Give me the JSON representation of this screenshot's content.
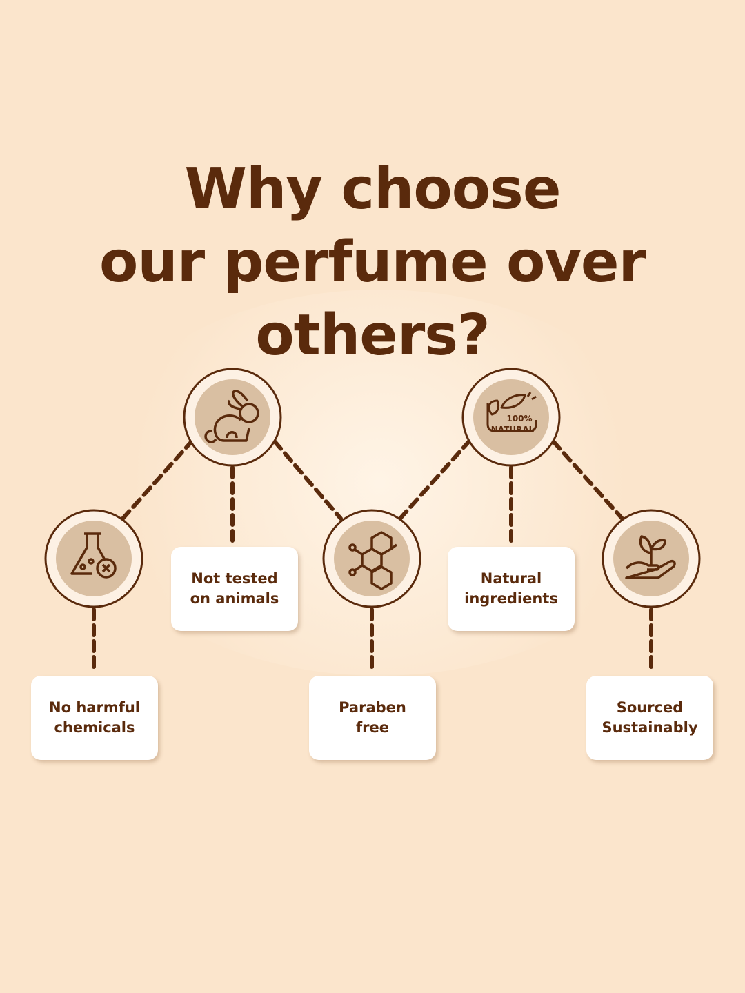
{
  "title": {
    "line1": "Why choose",
    "line2": "our perfume over others?"
  },
  "features": [
    {
      "icon": "flask-x-icon",
      "line1": "No harmful",
      "line2": "chemicals"
    },
    {
      "icon": "rabbit-icon",
      "line1": "Not tested",
      "line2": "on animals"
    },
    {
      "icon": "molecule-icon",
      "line1": "Paraben",
      "line2": "free"
    },
    {
      "icon": "natural-leaf-badge-icon",
      "line1": "Natural",
      "line2": "ingredients",
      "badge_line1": "100%",
      "badge_line2": "NATURAL"
    },
    {
      "icon": "hand-plant-icon",
      "line1": "Sourced",
      "line2": "Sustainably"
    }
  ],
  "colors": {
    "background": "#fbe5cc",
    "brown": "#5a2a0c",
    "icon_fill": "#d9bfa2"
  }
}
